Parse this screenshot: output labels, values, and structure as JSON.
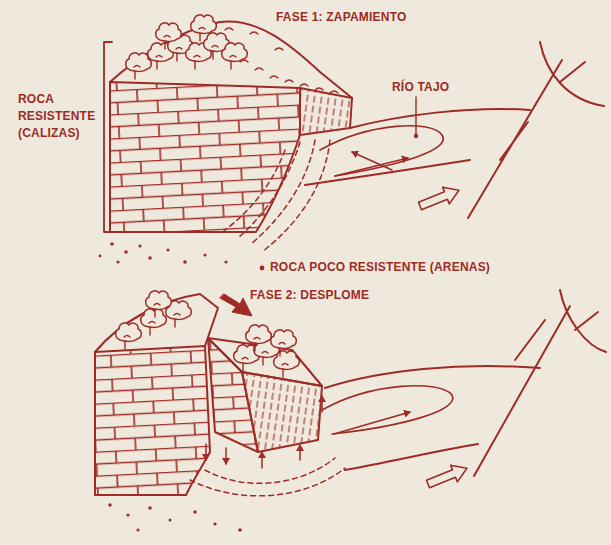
{
  "diagram": {
    "labels": [
      "FASE 1: ZAPAMIENTO",
      "ROCA RESISTENTE (CALIZAS)",
      "RÍO TAJO",
      "ROCA POCO RESISTENTE (ARENAS)",
      "FASE 2: DESPLOME"
    ]
  }
}
